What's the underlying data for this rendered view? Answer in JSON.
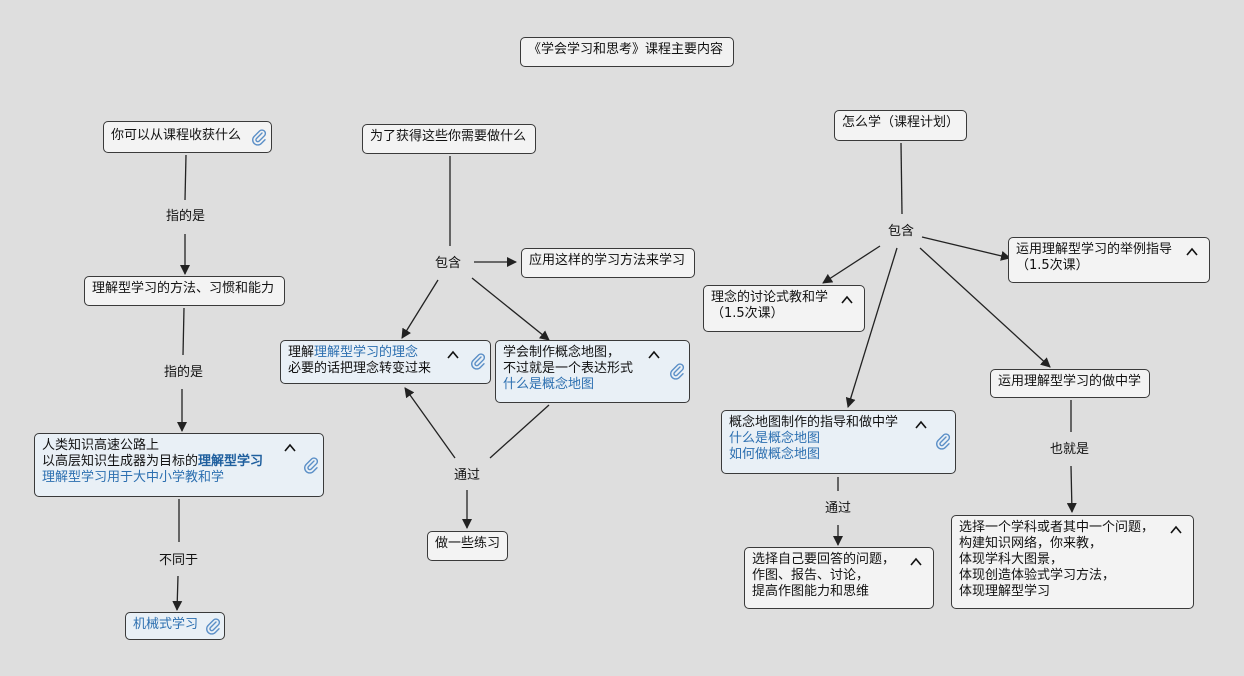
{
  "title": "《学会学习和思考》课程主要内容",
  "nodes": {
    "gain": "你可以从课程收获什么",
    "methods": "理解型学习的方法、习惯和能力",
    "highway": {
      "line1": "人类知识高速公路上",
      "line2_prefix": "以高层知识生成器为目标的",
      "line2_strong": "理解型学习",
      "line3_link": "理解型学习用于大中小学教和学"
    },
    "rote": "机械式学习",
    "need": "为了获得这些你需要做什么",
    "apply": "应用这样的学习方法来学习",
    "understand": {
      "line1_prefix": "理解",
      "line1_link": "理解型学习的理念",
      "line2": "必要的话把理念转变过来"
    },
    "conceptmap": {
      "line1": "学会制作概念地图，",
      "line2": "不过就是一个表达形式",
      "line3_link": "什么是概念地图"
    },
    "practice": "做一些练习",
    "how": "怎么学（课程计划）",
    "discuss": {
      "line1": "理念的讨论式教和学",
      "line2": "（1.5次课）"
    },
    "examples": {
      "line1": "运用理解型学习的举例指导",
      "line2": "（1.5次课）"
    },
    "doing": "运用理解型学习的做中学",
    "mapguide": {
      "line1": "概念地图制作的指导和做中学",
      "line2_link": "什么是概念地图",
      "line3_link": "如何做概念地图"
    },
    "choose": {
      "line1": "选择自己要回答的问题，",
      "line2": "作图、报告、讨论，",
      "line3": "提高作图能力和思维"
    },
    "subject": {
      "line1": "选择一个学科或者其中一个问题，",
      "line2": "构建知识网络，你来教，",
      "line3": "体现学科大图景，",
      "line4": "体现创造体验式学习方法，",
      "line5": "体现理解型学习"
    }
  },
  "links": {
    "refers1": "指的是",
    "refers2": "指的是",
    "differs": "不同于",
    "contains_mid": "包含",
    "through_mid": "通过",
    "contains_right": "包含",
    "through_right": "通过",
    "thatis": "也就是"
  },
  "icons": {
    "attachment": "paperclip-icon",
    "collapse": "chevron-up-icon"
  },
  "colors": {
    "background": "#dedede",
    "node_border": "#3a3a3a",
    "node_fill": "#f3f3f3",
    "node_fill_expanded": "#e9f0f6",
    "link_text": "#2c6fb0",
    "icon_blue": "#5b8fc7"
  }
}
